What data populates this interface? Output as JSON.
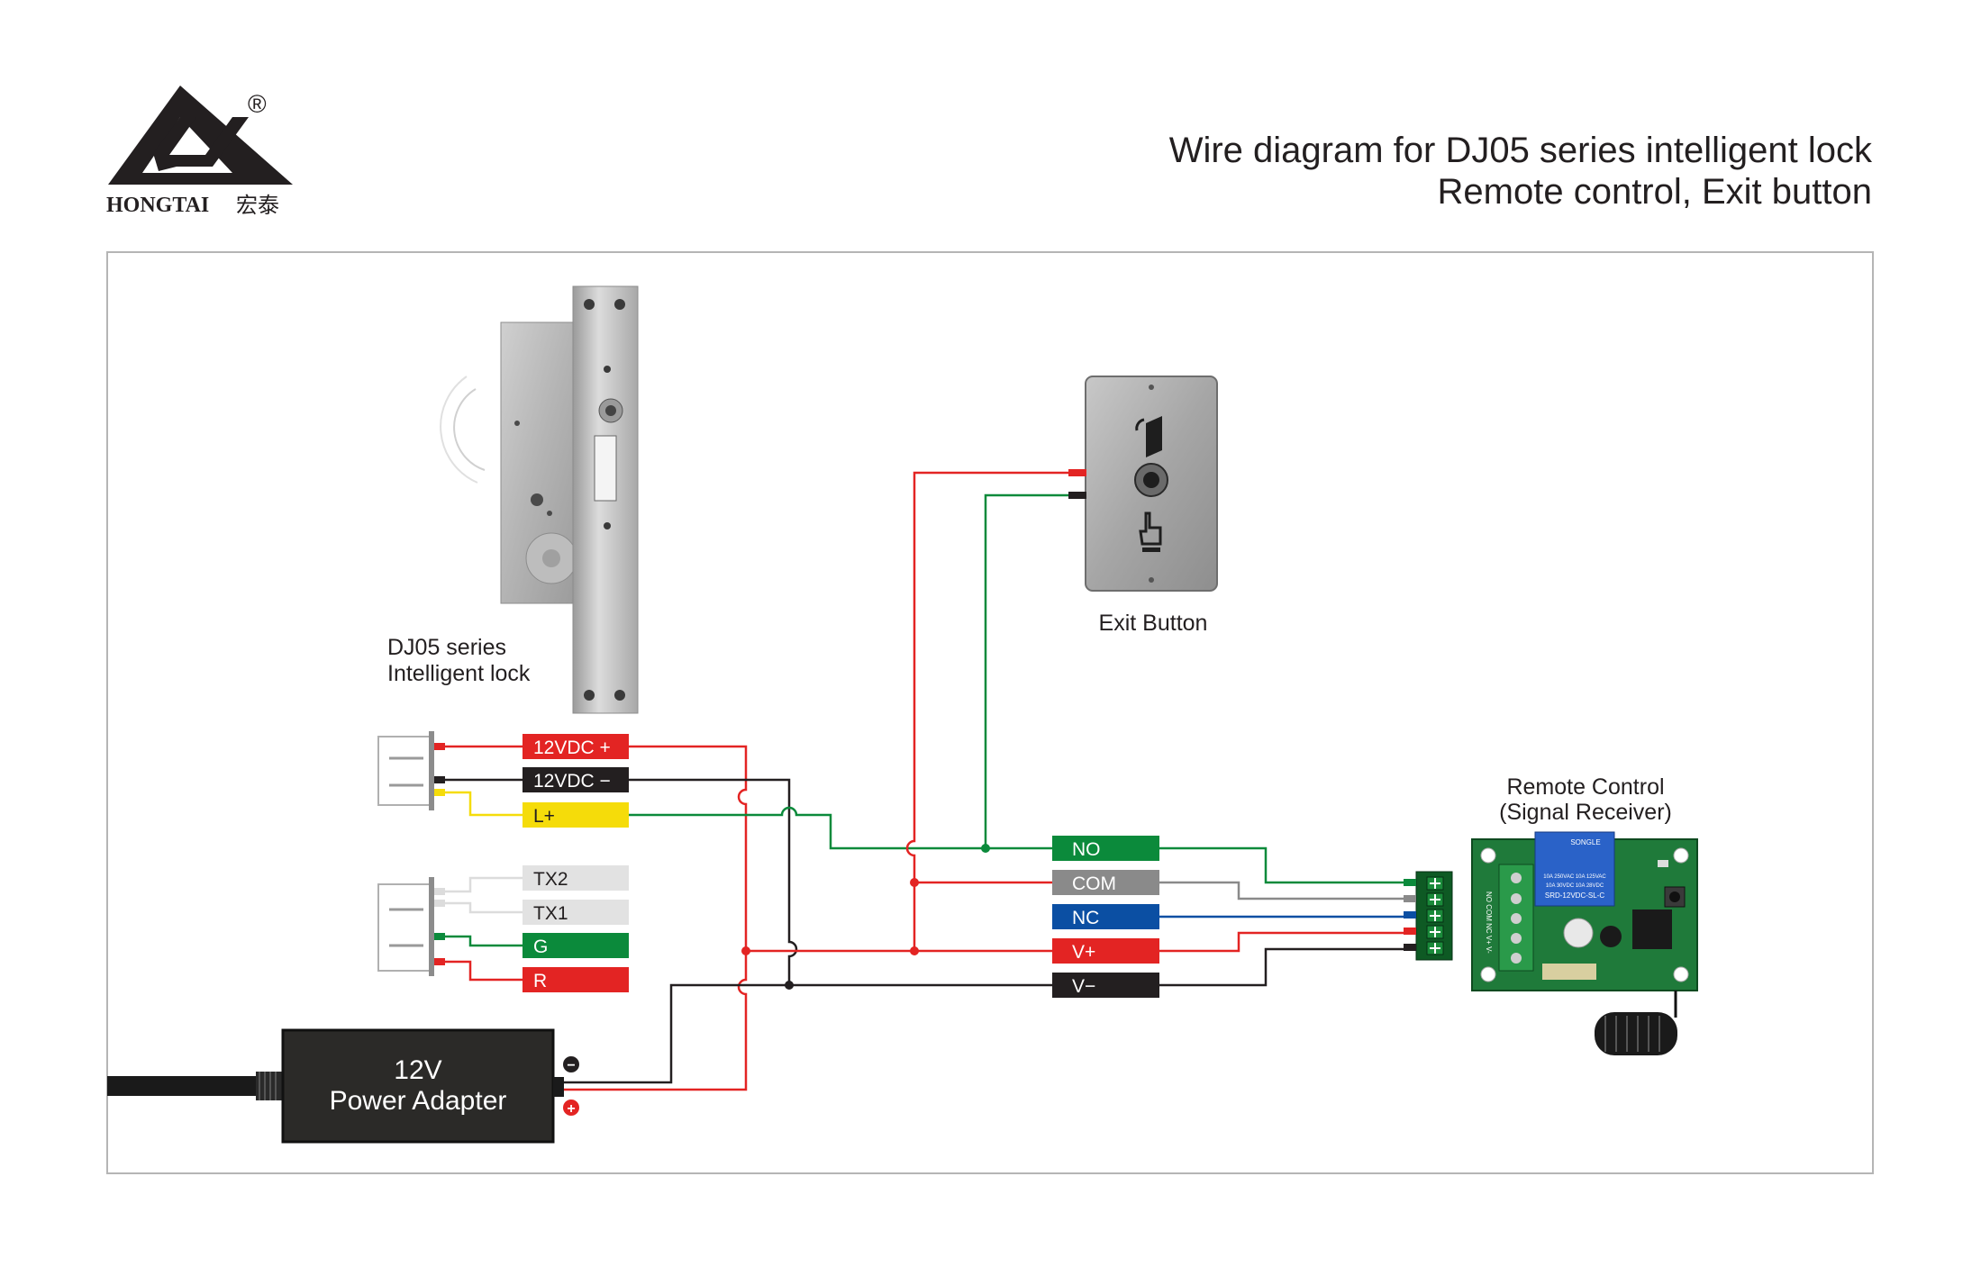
{
  "brand": {
    "name": "HONGTAI",
    "name_cn": "宏泰",
    "registered_mark": "®"
  },
  "title": {
    "line1": "Wire diagram for DJ05 series intelligent lock",
    "line2": "Remote control, Exit button"
  },
  "lock": {
    "label_line1": "DJ05 series",
    "label_line2": "Intelligent lock",
    "wires_top": [
      {
        "label": "12VDC +",
        "color": "#e32423",
        "text_color": "#ffffff"
      },
      {
        "label": "12VDC −",
        "color": "#231f20",
        "text_color": "#ffffff"
      },
      {
        "label": "L+",
        "color": "#f5dc0a",
        "text_color": "#231f20"
      }
    ],
    "wires_bottom": [
      {
        "label": "TX2",
        "color": "#e2e2e2",
        "text_color": "#231f20"
      },
      {
        "label": "TX1",
        "color": "#e2e2e2",
        "text_color": "#231f20"
      },
      {
        "label": "G",
        "color": "#0b8a3b",
        "text_color": "#ffffff"
      },
      {
        "label": "R",
        "color": "#e32423",
        "text_color": "#ffffff"
      }
    ]
  },
  "exit_button": {
    "label": "Exit Button"
  },
  "receiver": {
    "label_line1": "Remote Control",
    "label_line2": "(Signal Receiver)",
    "terminals": [
      {
        "label": "NO",
        "color": "#0b8a3b",
        "text_color": "#ffffff"
      },
      {
        "label": "COM",
        "color": "#8a8a8a",
        "text_color": "#ffffff"
      },
      {
        "label": "NC",
        "color": "#0b4fa3",
        "text_color": "#ffffff"
      },
      {
        "label": "V+",
        "color": "#e32423",
        "text_color": "#ffffff"
      },
      {
        "label": "V−",
        "color": "#231f20",
        "text_color": "#ffffff"
      }
    ],
    "board_text": [
      "SONGLE",
      "10A 250VAC 10A 125VAC",
      "10A 30VDC 10A 28VDC",
      "SRD-12VDC-SL-C",
      "NO COM NC V+ V-"
    ]
  },
  "power_adapter": {
    "label_line1": "12V",
    "label_line2": "Power Adapter",
    "minus_symbol": "−",
    "plus_symbol": "+"
  }
}
